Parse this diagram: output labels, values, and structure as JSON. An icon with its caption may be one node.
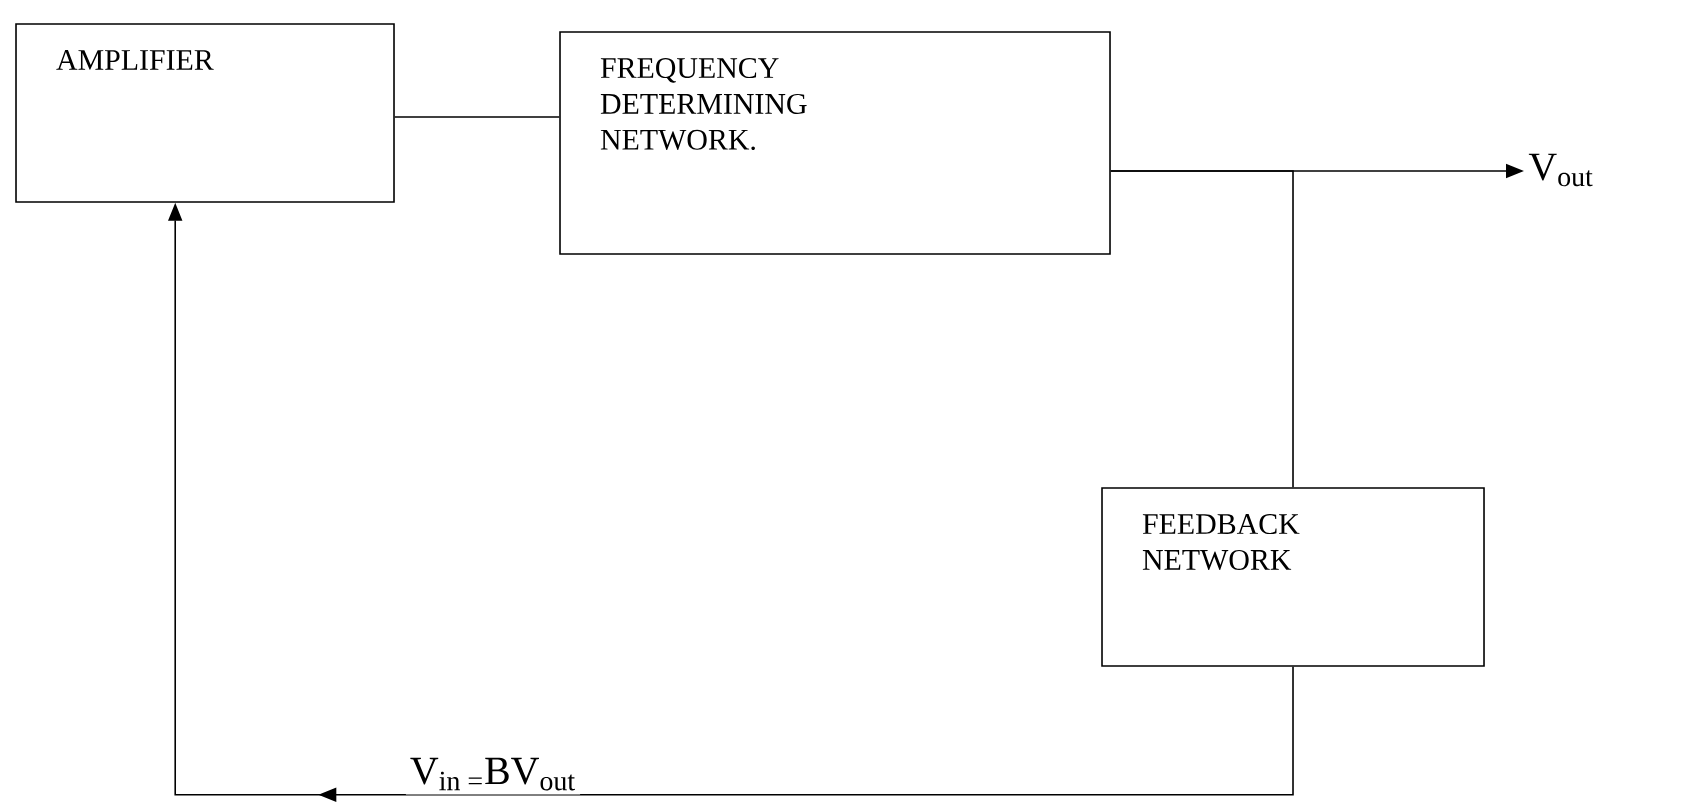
{
  "diagram": {
    "nodes": [
      {
        "text": [
          "AMPLIFIER"
        ]
      },
      {
        "text": [
          "FREQUENCY DETERMINING NETWORK."
        ]
      },
      {
        "text": [
          "FEEDBACK NETWORK"
        ]
      },
      {
        "text": [
          "V$_{out}$"
        ]
      }
    ],
    "edges": [
      {
        "from": 0,
        "to": 1,
        "arrow": "none"
      },
      {
        "from": 1,
        "to": 3,
        "arrow": "to"
      },
      {
        "from": 1,
        "to": 2,
        "arrow": "none"
      },
      {
        "from": 2,
        "to": 0,
        "arrow": "to",
        "label": "V$_{in =}$BV$_{out}$"
      }
    ]
  }
}
